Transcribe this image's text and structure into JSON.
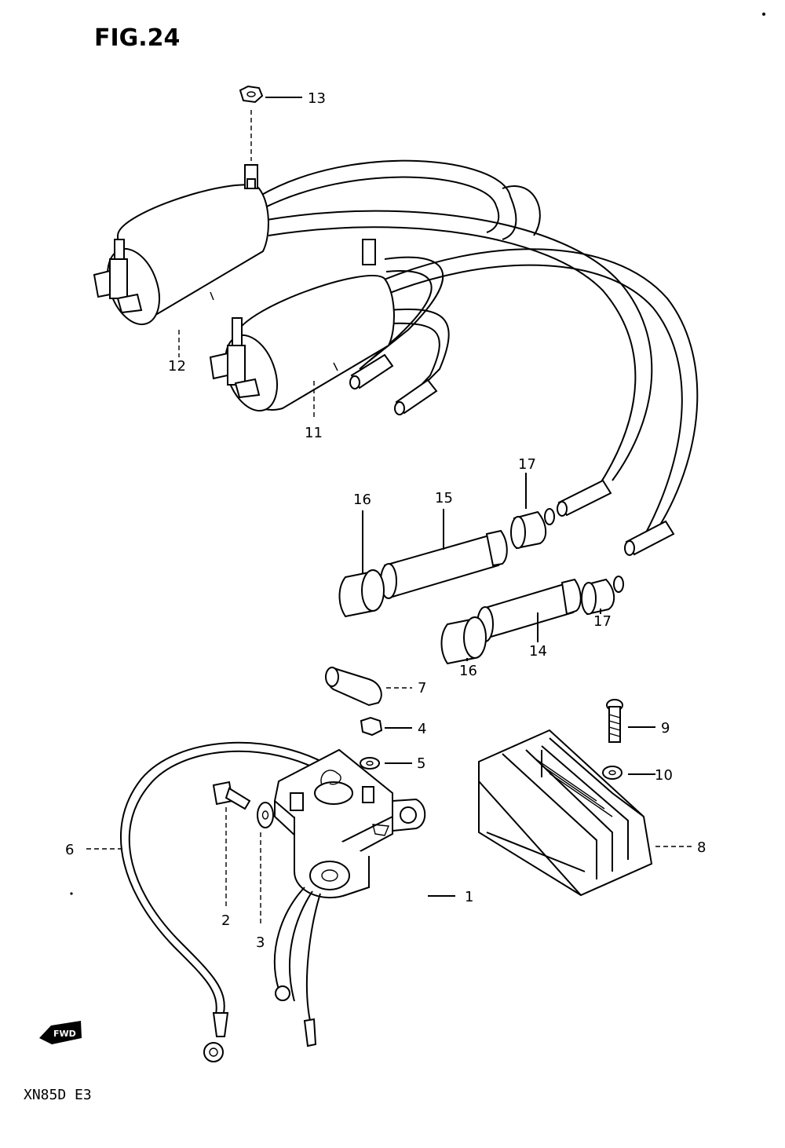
{
  "figure": {
    "title": "FIG.24",
    "model_code": "XN85D  E3",
    "fwd_label": "FWD"
  },
  "callouts": [
    {
      "id": "1",
      "label": "1"
    },
    {
      "id": "2",
      "label": "2"
    },
    {
      "id": "3",
      "label": "3"
    },
    {
      "id": "4",
      "label": "4"
    },
    {
      "id": "5",
      "label": "5"
    },
    {
      "id": "6",
      "label": "6"
    },
    {
      "id": "7",
      "label": "7"
    },
    {
      "id": "8",
      "label": "8"
    },
    {
      "id": "9",
      "label": "9"
    },
    {
      "id": "10",
      "label": "10"
    },
    {
      "id": "11",
      "label": "11"
    },
    {
      "id": "12",
      "label": "12"
    },
    {
      "id": "13",
      "label": "13"
    },
    {
      "id": "14",
      "label": "14"
    },
    {
      "id": "15",
      "label": "15"
    },
    {
      "id": "16a",
      "label": "16"
    },
    {
      "id": "16b",
      "label": "16"
    },
    {
      "id": "17a",
      "label": "17"
    },
    {
      "id": "17b",
      "label": "17"
    }
  ]
}
